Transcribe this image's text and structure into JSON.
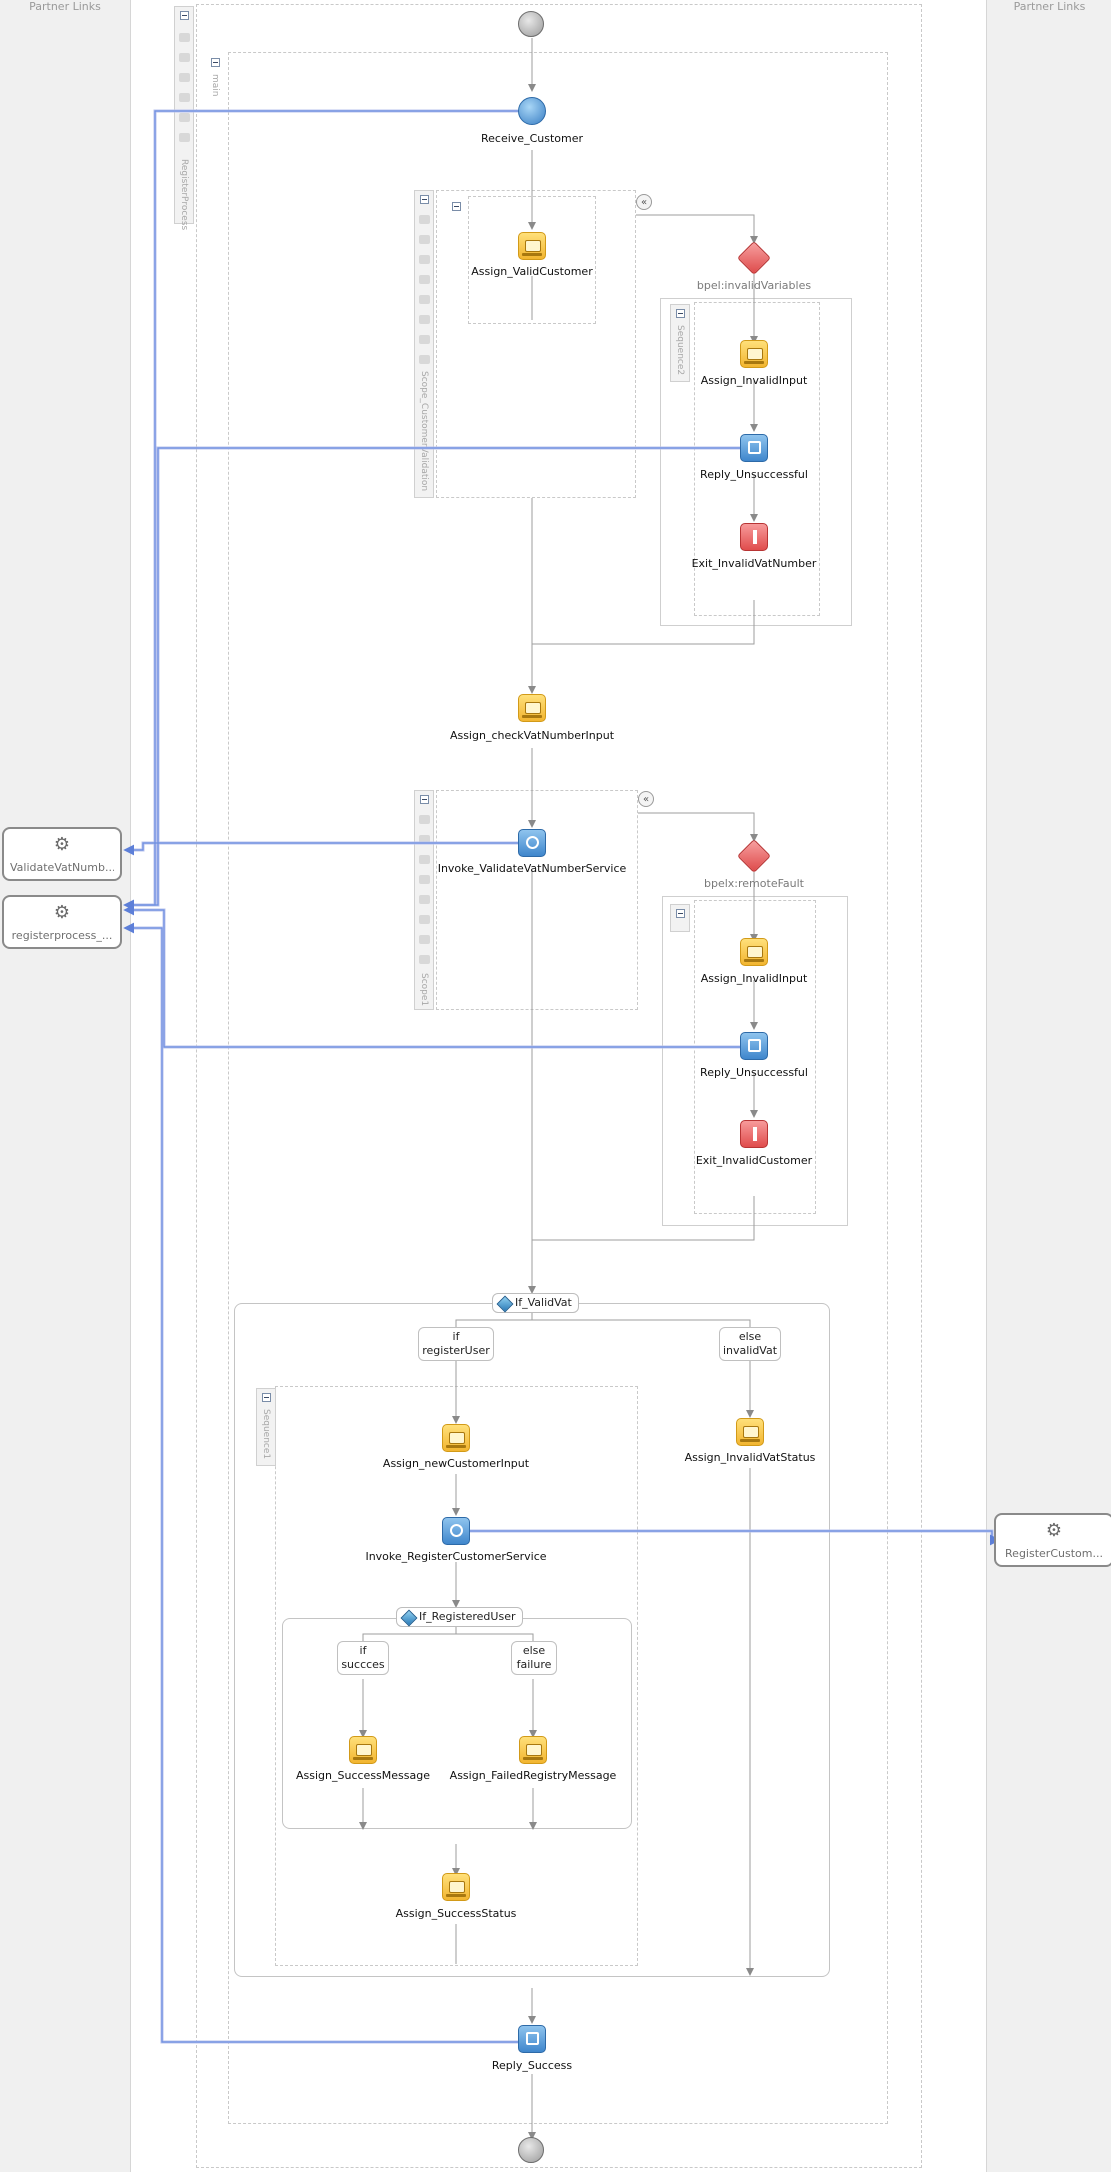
{
  "partner_links": {
    "left_title": "Partner Links",
    "right_title": "Partner Links",
    "links": [
      {
        "name": "ValidateVatNumb...",
        "icon": "gear-icon"
      },
      {
        "name": "registerprocess_...",
        "icon": "gear-icon"
      },
      {
        "name": "RegisterCustom...",
        "icon": "gear-icon"
      }
    ]
  },
  "scopes": {
    "process": "RegisterProcess",
    "main": "main",
    "validation": "Scope_CustomerValidation",
    "sequence2": "Sequence2",
    "scope1": "Scope1",
    "sequence1": "Sequence1"
  },
  "activities": {
    "receive_customer": "Receive_Customer",
    "assign_valid_customer": "Assign_ValidCustomer",
    "catch_invalid_variables": "bpel:invalidVariables",
    "assign_invalid_input_1": "Assign_InvalidInput",
    "reply_unsuccessful_1": "Reply_Unsuccessful",
    "exit_invalid_vat_number": "Exit_InvalidVatNumber",
    "assign_check_vat": "Assign_checkVatNumberInput",
    "invoke_validate_vat": "Invoke_ValidateVatNumberService",
    "catch_remote_fault": "bpelx:remoteFault",
    "assign_invalid_input_2": "Assign_InvalidInput",
    "reply_unsuccessful_2": "Reply_Unsuccessful",
    "exit_invalid_customer": "Exit_InvalidCustomer",
    "if_valid_vat": "If_ValidVat",
    "branch_if_register_user": [
      "if",
      "registerUser"
    ],
    "branch_else_invalid_vat": [
      "else",
      "invalidVat"
    ],
    "assign_new_customer_input": "Assign_newCustomerInput",
    "assign_invalid_vat_status": "Assign_InvalidVatStatus",
    "invoke_register_customer": "Invoke_RegisterCustomerService",
    "if_registered_user": "If_RegisteredUser",
    "branch_if_succces": [
      "if",
      "succces"
    ],
    "branch_else_failure": [
      "else",
      "failure"
    ],
    "assign_success_message": "Assign_SuccessMessage",
    "assign_failed_registry": "Assign_FailedRegistryMessage",
    "assign_success_status": "Assign_SuccessStatus",
    "reply_success": "Reply_Success"
  },
  "colors": {
    "assign": "#f2b530",
    "service": "#3f86cc",
    "fault": "#de4a4a",
    "partner_link_wire": "#b9c3ee"
  }
}
